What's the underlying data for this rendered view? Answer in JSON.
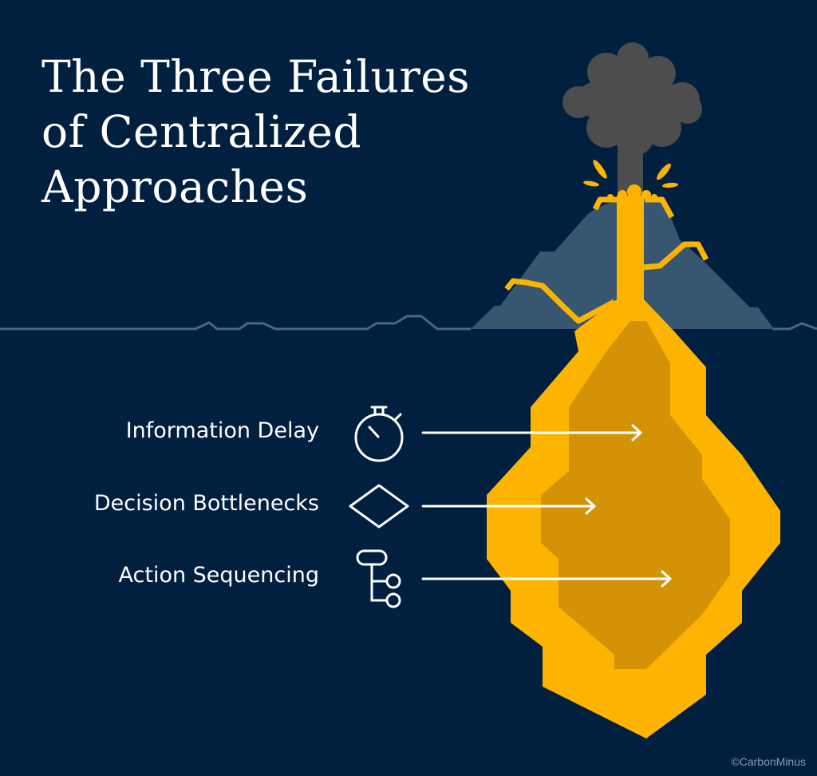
{
  "title": {
    "line1": "The Three Failures",
    "line2": "of Centralized",
    "line3": "Approaches"
  },
  "failures": [
    {
      "label": "Information Delay",
      "icon": "stopwatch-icon"
    },
    {
      "label": "Decision Bottlenecks",
      "icon": "diamond-icon"
    },
    {
      "label": "Action Sequencing",
      "icon": "flow-branch-icon"
    }
  ],
  "copyright": "©CarbonMinus",
  "colors": {
    "background": "#011f3f",
    "mountain": "#37566f",
    "lava": "#fdb400",
    "lava_inner": "#d49307",
    "smoke": "#4d4d4d",
    "horizon": "#4a6680"
  }
}
